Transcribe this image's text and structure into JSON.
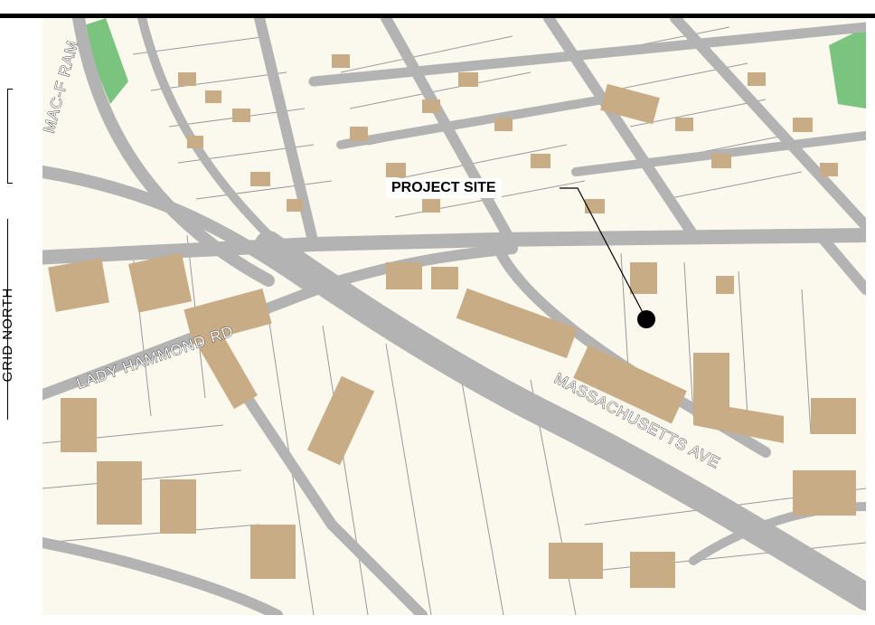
{
  "map": {
    "callout_label": "PROJECT SITE",
    "road_labels": {
      "lady_hammond": "LADY HAMMOND RD",
      "massachusetts": "MASSACHUSETTS AVE",
      "ramp": "MAC-F RAM"
    },
    "sidebar_text": "GRID NORTH",
    "colors": {
      "background": "#fbf8ee",
      "road": "#b3b3b3",
      "building": "#c8ac86",
      "park": "#7bc47f",
      "parcel_line": "#8a8a8a",
      "site_marker": "#000000"
    }
  }
}
